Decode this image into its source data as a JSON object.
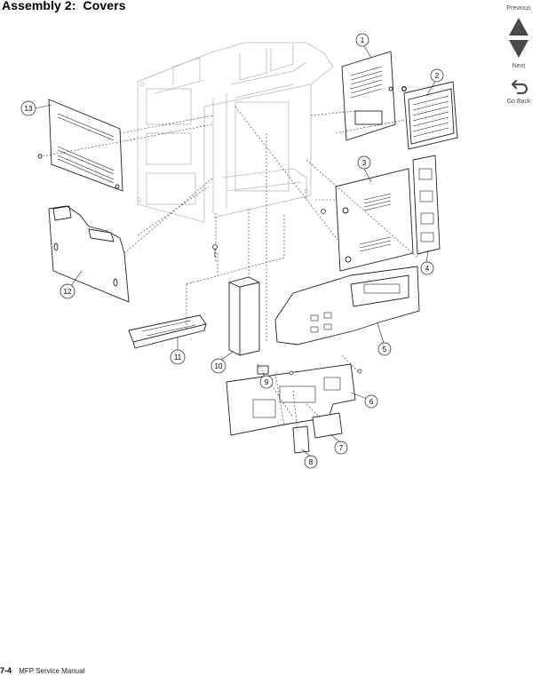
{
  "header": {
    "title": "Assembly 2:  Covers"
  },
  "nav": {
    "previous": "Previous",
    "next": "Next",
    "go_back": "Go Back"
  },
  "callouts": {
    "c1": "1",
    "c2": "2",
    "c3": "3",
    "c4": "4",
    "c5": "5",
    "c6": "6",
    "c7": "7",
    "c8": "8",
    "c9": "9",
    "c10": "10",
    "c11": "11",
    "c12": "12",
    "c13": "13"
  },
  "footer": {
    "page_number": "7-4",
    "manual_title": "MFP Service Manual"
  },
  "colors": {
    "nav_button": "#4a4a4a",
    "line": "#222222",
    "frame": "#b8b8b8"
  }
}
